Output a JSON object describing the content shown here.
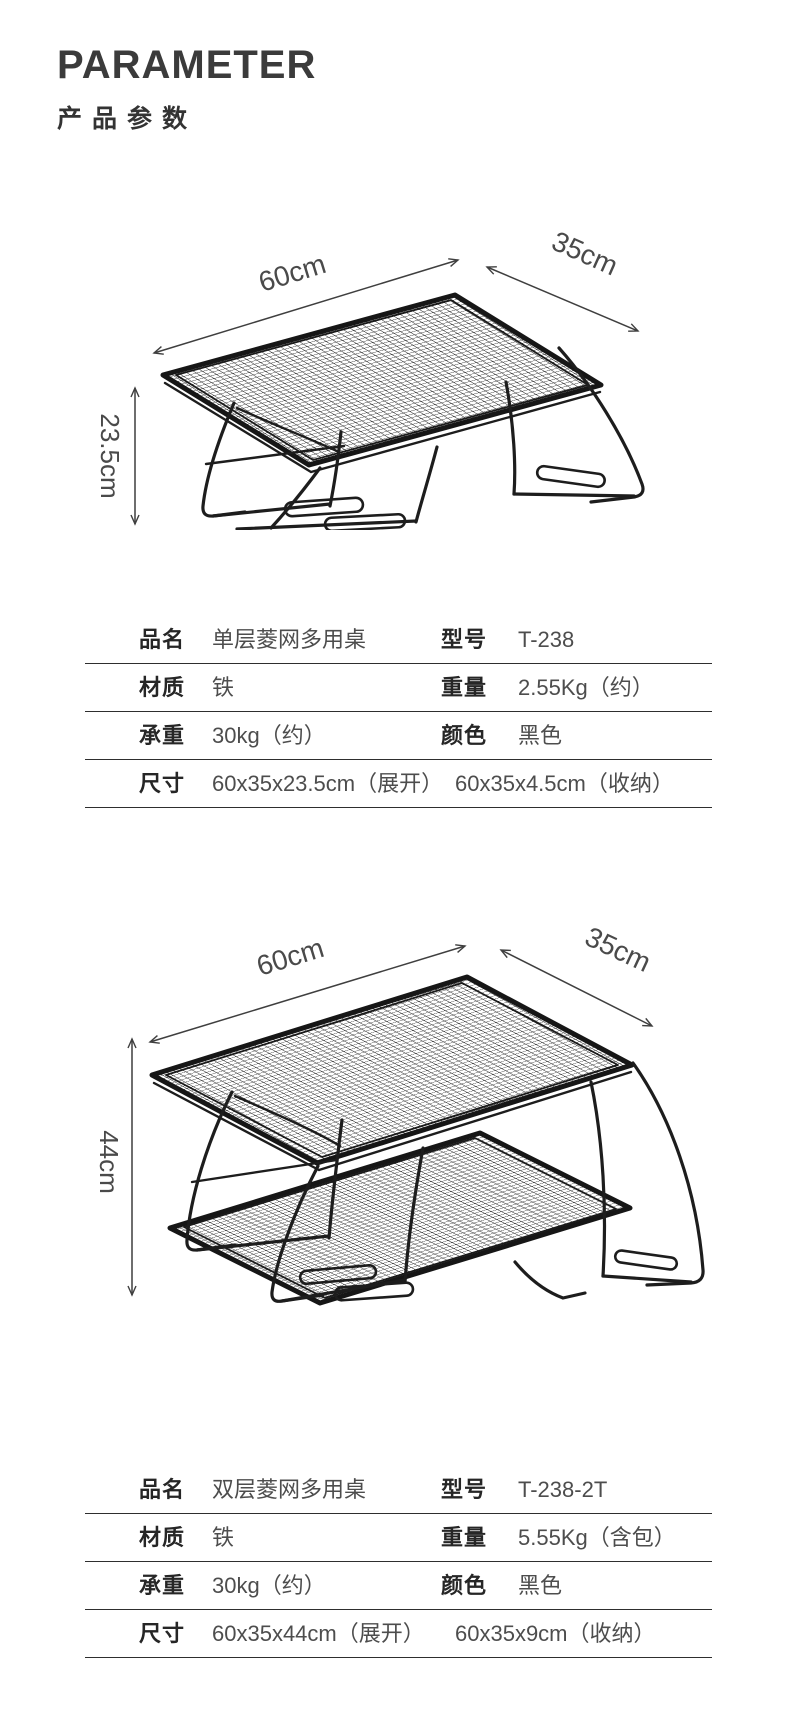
{
  "header": {
    "title": "PARAMETER",
    "subtitle": "产品参数"
  },
  "colors": {
    "heading": "#3b3b3b",
    "spec_label": "#262626",
    "spec_value": "#4d4d4d",
    "divider": "#2e2e2e",
    "table_metal": "#1d1d1d",
    "dimension_text": "#4a4a4a"
  },
  "products": [
    {
      "diagram": {
        "width": "60cm",
        "depth": "35cm",
        "height": "23.5cm"
      },
      "specs": {
        "name_label": "品名",
        "name_value": "单层菱网多用桌",
        "model_label": "型号",
        "model_value": "T-238",
        "material_label": "材质",
        "material_value": "铁",
        "weight_label": "重量",
        "weight_value": "2.55Kg（约）",
        "load_label": "承重",
        "load_value": "30kg（约）",
        "color_label": "颜色",
        "color_value": "黑色",
        "size_label": "尺寸",
        "size_expanded": "60x35x23.5cm（展开）",
        "size_folded": "60x35x4.5cm（收纳）"
      }
    },
    {
      "diagram": {
        "width": "60cm",
        "depth": "35cm",
        "height": "44cm"
      },
      "specs": {
        "name_label": "品名",
        "name_value": "双层菱网多用桌",
        "model_label": "型号",
        "model_value": "T-238-2T",
        "material_label": "材质",
        "material_value": "铁",
        "weight_label": "重量",
        "weight_value": "5.55Kg（含包）",
        "load_label": "承重",
        "load_value": "30kg（约）",
        "color_label": "颜色",
        "color_value": "黑色",
        "size_label": "尺寸",
        "size_expanded": "60x35x44cm（展开）",
        "size_folded": "60x35x9cm（收纳）"
      }
    }
  ]
}
